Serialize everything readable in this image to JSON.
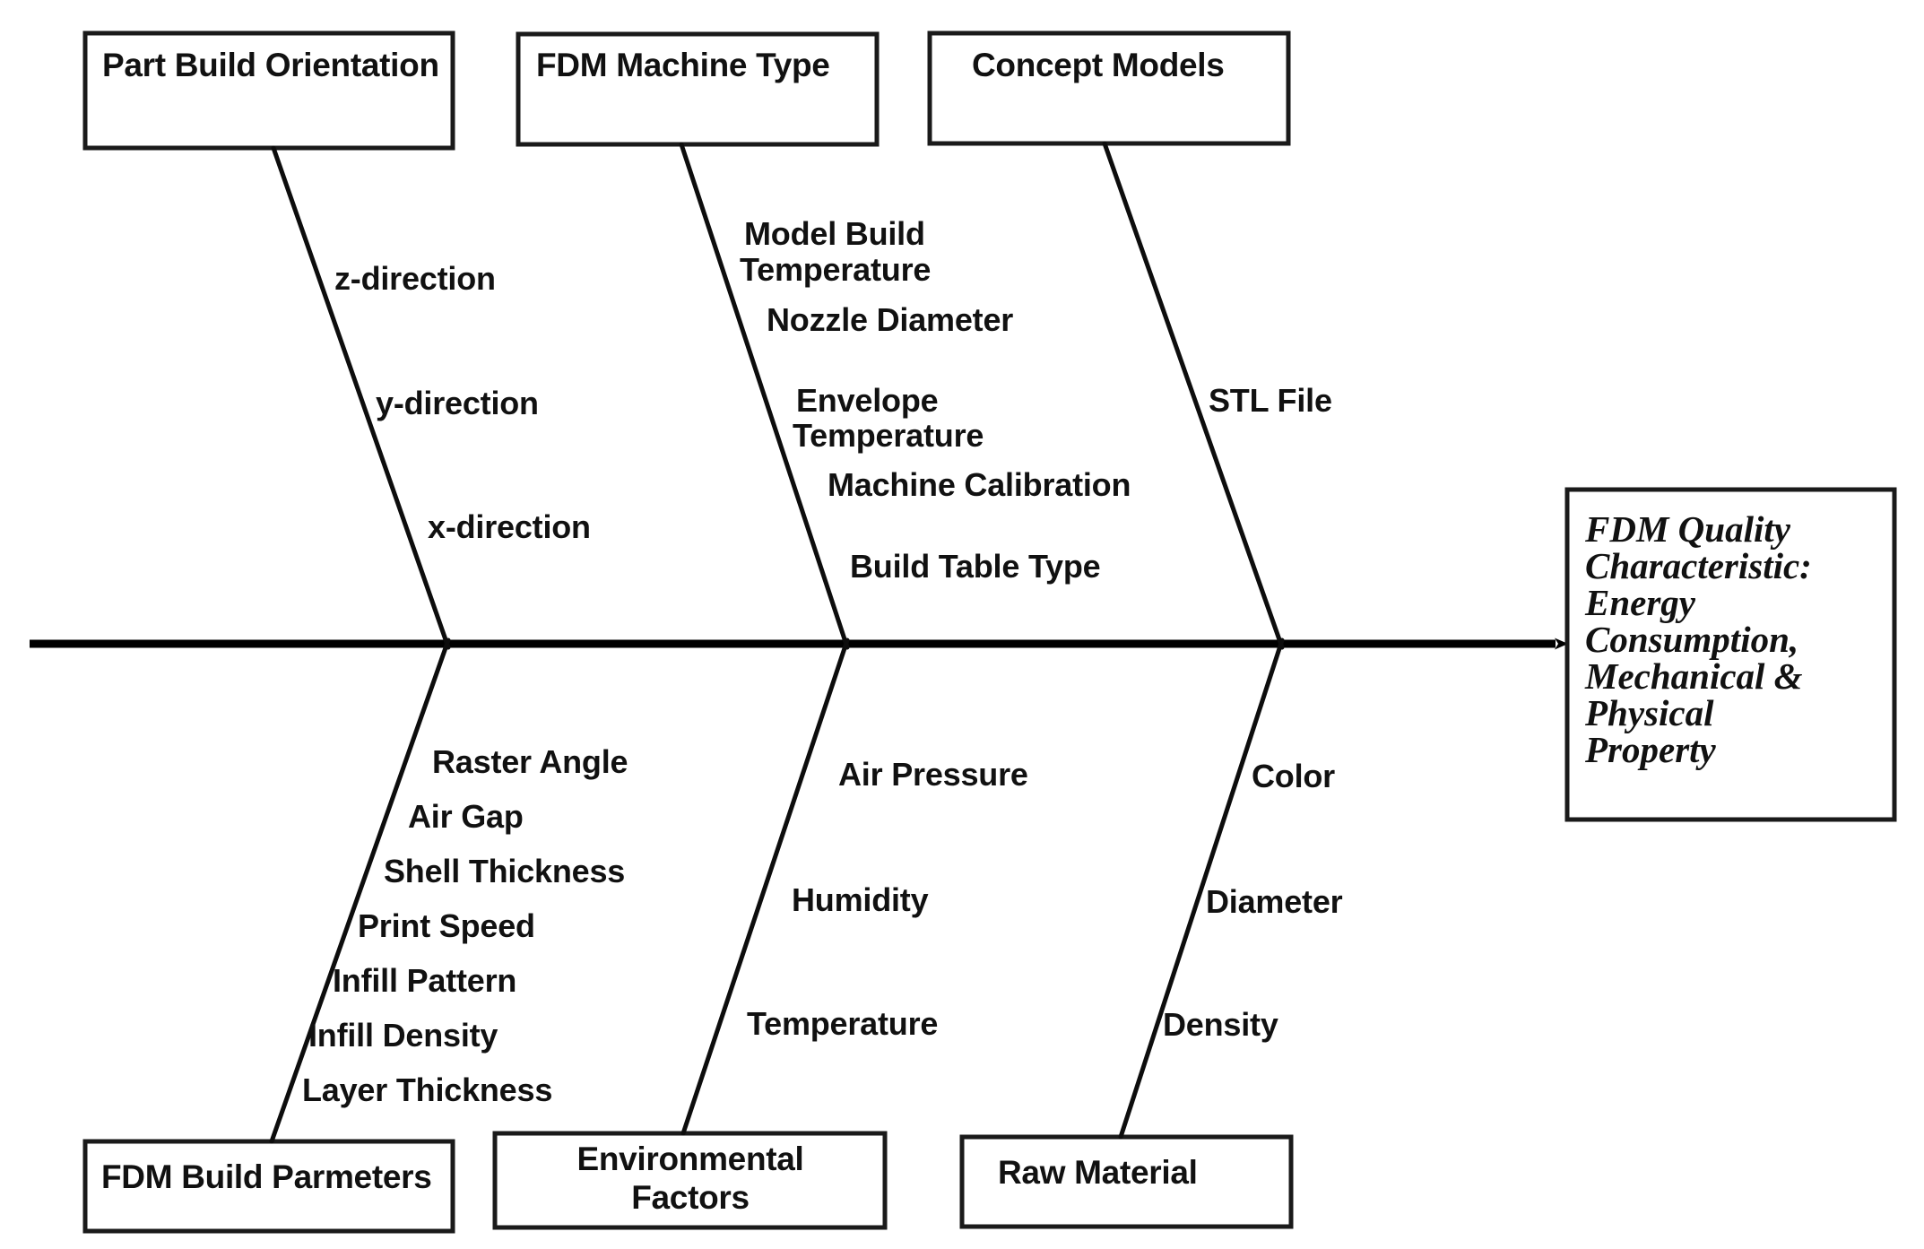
{
  "diagram": {
    "type": "fishbone-ishikawa",
    "effect": {
      "name": "fdm-quality-characteristic",
      "lines": [
        "FDM Quality",
        "Characteristic:",
        "Energy",
        "Consumption,",
        "Mechanical &",
        "Physical",
        "Property"
      ]
    },
    "categories": [
      {
        "id": "part-build-orientation",
        "label": "Part Build Orientation",
        "side": "top",
        "causes": [
          {
            "label": "z-direction"
          },
          {
            "label": "y-direction"
          },
          {
            "label": "x-direction"
          }
        ]
      },
      {
        "id": "fdm-machine-type",
        "label": "FDM Machine Type",
        "side": "top",
        "causes": [
          {
            "label": "Model Build"
          },
          {
            "label": "Temperature"
          },
          {
            "label": "Nozzle Diameter"
          },
          {
            "label": "Envelope"
          },
          {
            "label": "Temperature"
          },
          {
            "label": "Machine Calibration"
          },
          {
            "label": "Build Table Type"
          }
        ]
      },
      {
        "id": "concept-models",
        "label": "Concept Models",
        "side": "top",
        "causes": [
          {
            "label": "STL File"
          }
        ]
      },
      {
        "id": "fdm-build-parmeters",
        "label": "FDM Build Parmeters",
        "side": "bottom",
        "causes": [
          {
            "label": "Raster Angle"
          },
          {
            "label": "Air Gap"
          },
          {
            "label": "Shell Thickness"
          },
          {
            "label": "Print Speed"
          },
          {
            "label": "Infill Pattern"
          },
          {
            "label": "Infill Density"
          },
          {
            "label": "Layer Thickness"
          }
        ]
      },
      {
        "id": "environmental-factors",
        "label": "Environmental Factors",
        "label_lines": [
          "Environmental",
          "Factors"
        ],
        "side": "bottom",
        "causes": [
          {
            "label": "Air Pressure"
          },
          {
            "label": "Humidity"
          },
          {
            "label": "Temperature"
          }
        ]
      },
      {
        "id": "raw-material",
        "label": "Raw Material",
        "side": "bottom",
        "causes": [
          {
            "label": "Color"
          },
          {
            "label": "Diameter"
          },
          {
            "label": "Density"
          }
        ]
      }
    ],
    "colors": {
      "line": "#000000",
      "box_stroke": "#1a1a1a",
      "background": "#ffffff",
      "text": "#111111"
    }
  }
}
